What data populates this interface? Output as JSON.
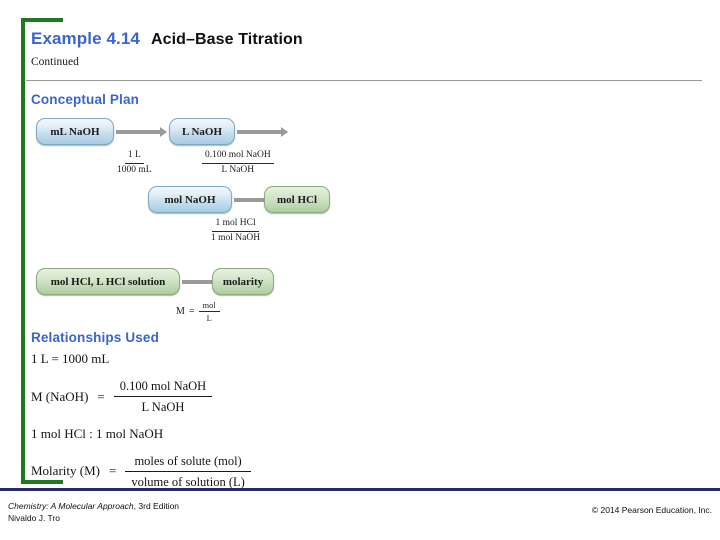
{
  "slide": {
    "title_example": "Example 4.14",
    "title_topic": "Acid–Base Titration",
    "continued_label": "Continued",
    "accent_blue": "#3b64cf",
    "frame_green": "#1f7a1f",
    "footer_rule_color": "#25286b"
  },
  "sections": {
    "conceptual_plan_heading": "Conceptual Plan",
    "relationships_heading": "Relationships Used"
  },
  "chart_data": {
    "type": "diagram",
    "title": "Conceptual Plan",
    "rows": [
      {
        "nodes": [
          {
            "label": "mL NaOH",
            "color": "blue"
          },
          {
            "label": "L NaOH",
            "color": "blue"
          }
        ],
        "factors": [
          {
            "numerator": "1 L",
            "denominator": "1000 mL"
          },
          {
            "numerator": "0.100 mol NaOH",
            "denominator": "L NaOH"
          }
        ]
      },
      {
        "nodes": [
          {
            "label": "mol NaOH",
            "color": "blue"
          },
          {
            "label": "mol HCl",
            "color": "green"
          }
        ],
        "factors": [
          {
            "numerator": "1 mol HCl",
            "denominator": "1 mol NaOH"
          }
        ]
      },
      {
        "nodes": [
          {
            "label": "mol HCl, L HCl solution",
            "color": "green"
          },
          {
            "label": "molarity",
            "color": "green"
          }
        ],
        "factors": [
          {
            "lhs": "M",
            "eqsign": "=",
            "numerator": "mol",
            "denominator": "L"
          }
        ]
      }
    ]
  },
  "relationships": {
    "line1": "1 L = 1000 mL",
    "eq1": {
      "lhs": "M (NaOH)",
      "eqsign": "=",
      "numerator": "0.100 mol NaOH",
      "denominator": "L NaOH"
    },
    "line2": "1 mol HCl : 1 mol NaOH",
    "eq2": {
      "lhs": "Molarity (M)",
      "eqsign": "=",
      "numerator": "moles of solute (mol)",
      "denominator": "volume of solution (L)"
    }
  },
  "footer": {
    "book_title": "Chemistry: A Molecular Approach",
    "edition": ", 3rd Edition",
    "author": "Nivaldo J. Tro",
    "copyright": "© 2014 Pearson Education, Inc."
  }
}
